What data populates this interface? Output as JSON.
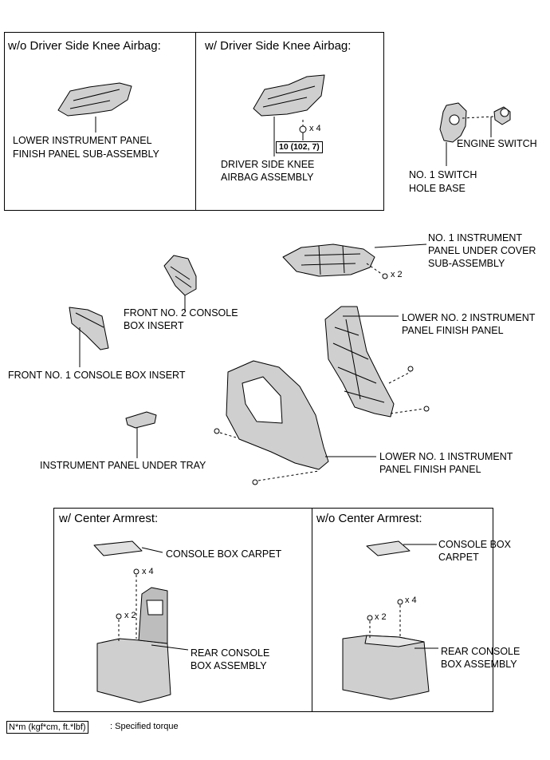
{
  "panels": {
    "wo_knee": {
      "title": "w/o Driver Side Knee Airbag:"
    },
    "w_knee": {
      "title": "w/ Driver Side Knee Airbag:"
    },
    "w_armrest": {
      "title": "w/ Center Armrest:"
    },
    "wo_armrest": {
      "title": "w/o Center Armrest:"
    }
  },
  "labels": {
    "lower_finish_1": "LOWER INSTRUMENT PANEL",
    "lower_finish_2": "FINISH PANEL SUB-ASSEMBLY",
    "knee_qty": "x 4",
    "knee_torque": "10 (102, 7)",
    "knee_airbag_1": "DRIVER SIDE KNEE",
    "knee_airbag_2": "AIRBAG ASSEMBLY",
    "engine_switch": "ENGINE SWITCH",
    "switch_base_1": "NO. 1 SWITCH",
    "switch_base_2": "HOLE BASE",
    "under_cover_1": "NO. 1 INSTRUMENT",
    "under_cover_2": "PANEL UNDER COVER",
    "under_cover_3": "SUB-ASSEMBLY",
    "under_cover_qty": "x 2",
    "console_insert2_1": "FRONT NO. 2 CONSOLE",
    "console_insert2_2": "BOX INSERT",
    "lower2_1": "LOWER NO. 2 INSTRUMENT",
    "lower2_2": "PANEL FINISH PANEL",
    "console_insert1": "FRONT NO. 1 CONSOLE BOX INSERT",
    "under_tray": "INSTRUMENT PANEL UNDER TRAY",
    "lower1_1": "LOWER NO. 1 INSTRUMENT",
    "lower1_2": "PANEL FINISH PANEL",
    "carpet_w": "CONSOLE BOX CARPET",
    "qty_w_4": "x 4",
    "qty_w_2": "x 2",
    "rear_w_1": "REAR CONSOLE",
    "rear_w_2": "BOX ASSEMBLY",
    "carpet_wo_1": "CONSOLE BOX",
    "carpet_wo_2": "CARPET",
    "qty_wo_4": "x 4",
    "qty_wo_2": "x 2",
    "rear_wo_1": "REAR CONSOLE",
    "rear_wo_2": "BOX ASSEMBLY"
  },
  "legend": {
    "unit": "N*m (kgf*cm, ft.*lbf)",
    "text": ": Specified torque"
  }
}
